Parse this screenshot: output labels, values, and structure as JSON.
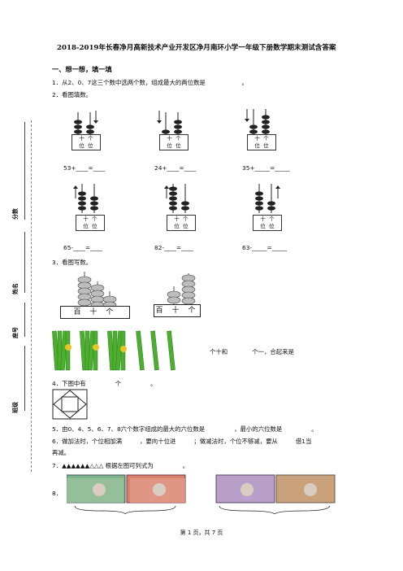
{
  "title": "2018-2019年长春净月高新技术产业开发区净月南环小学一年级下册数学期末测试含答案",
  "section1": "一、想一想，填一填",
  "q1": "1．从2、0、7这三个数中选两个数，组成最大的两位数是",
  "q1_end": "。",
  "q2": "2．看图填数。",
  "row1_eq": [
    "53+____=____",
    "24+____=____",
    "35+_____=_____"
  ],
  "row2_eq": [
    "65-____=____",
    "82-____=____",
    "63-_____=_____"
  ],
  "abacus_ten": "十",
  "abacus_one": "个",
  "abacus_wei": "位",
  "q3": "3．看图写数。",
  "box_labels": [
    "百 十 个",
    "百 十 个"
  ],
  "sticks_text_a": "个十和",
  "sticks_text_b": "个一，合起来是",
  "q4": "4．下图中有",
  "q4_b": "个",
  "q4_end": "。",
  "q5": "5．由0、4、5、6、7、8六个数字组成的最大的六位数是",
  "q5_b": "，最小的六位数是",
  "q5_end": "。",
  "q6": "6．做加法时，个位相加满",
  "q6_b": "，要向十位进",
  "q6_c": "；做减法时，个位不够减，要从",
  "q6_d": "借1当",
  "q6_e": "再减。",
  "q7": "7．▲▲▲▲▲▲△△△  根据左图可列式为",
  "q7_end": "。",
  "q8": "8．",
  "side_labels": [
    "分数",
    "姓名",
    "座号",
    "班级"
  ],
  "footer": "第 1 页，共 7 页",
  "colors": {
    "bead": "#2a2a2a",
    "stick": "#4caf2f",
    "bill_red": "#d9816d",
    "bill_purple": "#b9a0c8",
    "bill_brown": "#c9a27c"
  }
}
